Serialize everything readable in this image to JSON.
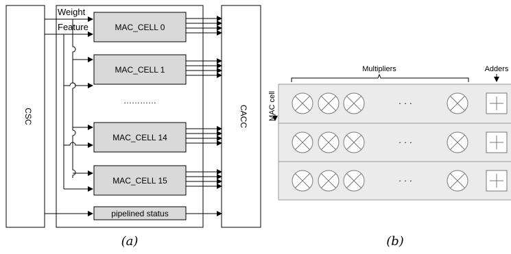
{
  "panel_a": {
    "left_block": "CSC",
    "right_block": "CACC",
    "input_labels": {
      "weight": "Weight",
      "feature": "Feature"
    },
    "cells": [
      "MAC_CELL 0",
      "MAC_CELL 1",
      "MAC_CELL 14",
      "MAC_CELL 15"
    ],
    "ellipsis": "…………",
    "status_block": "pipelined status",
    "caption": "(a)"
  },
  "panel_b": {
    "multipliers_label": "Multipliers",
    "adders_label": "Adders",
    "cell_label": "MAC cell",
    "dots": "· · ·",
    "rows": 3,
    "caption": "(b)"
  }
}
